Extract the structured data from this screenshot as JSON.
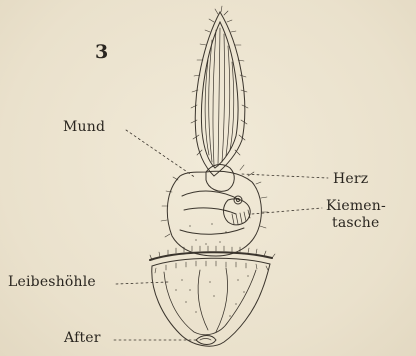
{
  "figure": {
    "number": "3",
    "labels": {
      "mund": "Mund",
      "herz": "Herz",
      "kiemen_1": "Kiemen-",
      "kiemen_2": "tasche",
      "leibeshoehle": "Leibeshöhle",
      "after": "After"
    }
  }
}
